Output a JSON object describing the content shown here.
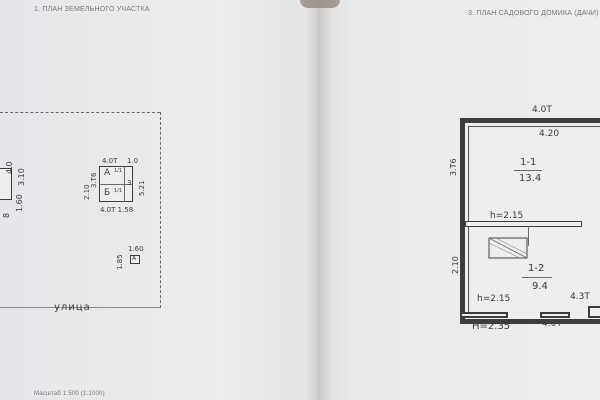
{
  "left_page": {
    "heading": "1. ПЛАН ЗЕМЕЛЬНОГО УЧАСТКА",
    "street_label": "улица",
    "scale_note": "Масштаб 1:500 (1:1000)",
    "neighbor_dims": {
      "a": "4.0",
      "b": "3.10",
      "c": "1.60",
      "d": "8"
    },
    "main_house": {
      "top": "4.0Т",
      "top_right": "1.0",
      "left_upper": "3.Т6",
      "left_lower": "2.10",
      "right": "5.21",
      "mark_right": "3",
      "bottom": "4.0Т 1.58",
      "room_a": "А",
      "room_b": "Б",
      "frac": "1/1"
    },
    "shed": {
      "height": "1.85",
      "width": "1.60",
      "label": "А"
    }
  },
  "right_page": {
    "heading": "3. ПЛАН САДОВОГО ДОМИКА (ДАЧИ)",
    "top_outer": "4.0Т",
    "top_inner": "4.20",
    "left_upper": "3.Т6",
    "left_lower": "2.10",
    "room1_id": "1-1",
    "room1_area": "13.4",
    "room2_id": "1-2",
    "room2_area": "9.4",
    "ceiling_upper": "h=2.15",
    "ceiling_lower": "h=2.15",
    "height_total": "H=2.35",
    "bottom_outer": "4.0Т",
    "bottom_right": "4.3Т"
  }
}
